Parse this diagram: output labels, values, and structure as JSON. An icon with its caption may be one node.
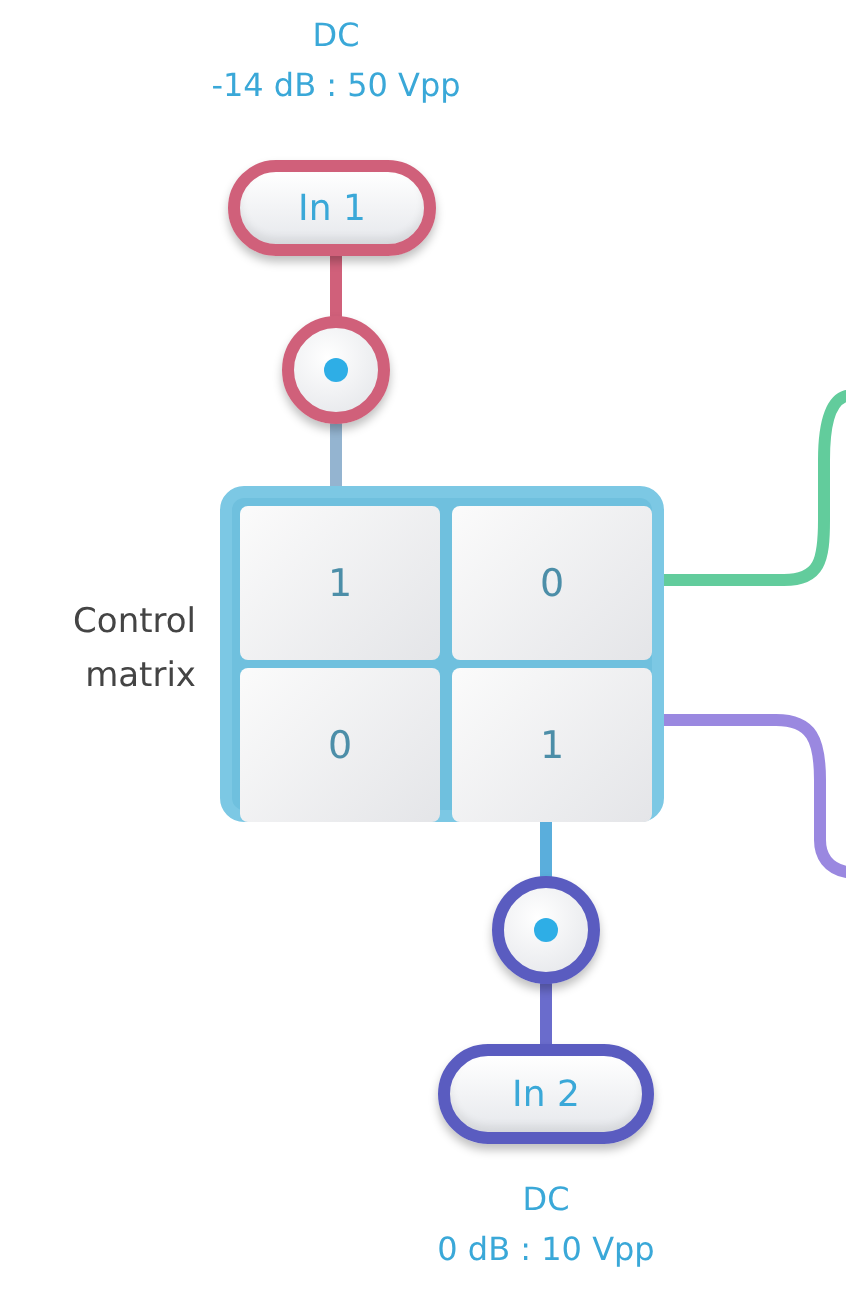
{
  "diagram": {
    "nodes": [
      {
        "text": [
          "In 1"
        ],
        "beside": [
          "DC",
          "-14 dB : 50 Vpp"
        ]
      },
      {
        "text": [],
        "shape": "circle"
      },
      {
        "text": [],
        "shape": "box"
      },
      {
        "text": [
          "1"
        ],
        "in": 2
      },
      {
        "text": [
          "0"
        ],
        "in": 2
      },
      {
        "text": [
          "0"
        ],
        "in": 2
      },
      {
        "text": [
          "1"
        ],
        "in": 2
      },
      {
        "text": [],
        "shape": "circle"
      },
      {
        "text": [
          "In 2"
        ],
        "beside": [
          "DC",
          "0 dB : 10 Vpp"
        ]
      }
    ],
    "edges": [
      {
        "from": 0,
        "to": 1,
        "arrow": "none",
        "color": "#d0607a"
      },
      {
        "from": 1,
        "to": 2,
        "arrow": "none",
        "color": "#94b4d0"
      },
      {
        "from": 8,
        "to": 7,
        "arrow": "none",
        "color": "#6a6ccc"
      },
      {
        "from": 7,
        "to": 2,
        "arrow": "none",
        "color": "#5aaedc"
      },
      {
        "from": 2,
        "to": null,
        "arrow": "none",
        "color": "#62cc9c"
      },
      {
        "from": 2,
        "to": null,
        "arrow": "none",
        "color": "#9a88e0"
      }
    ],
    "labels": [
      "Control matrix"
    ]
  }
}
